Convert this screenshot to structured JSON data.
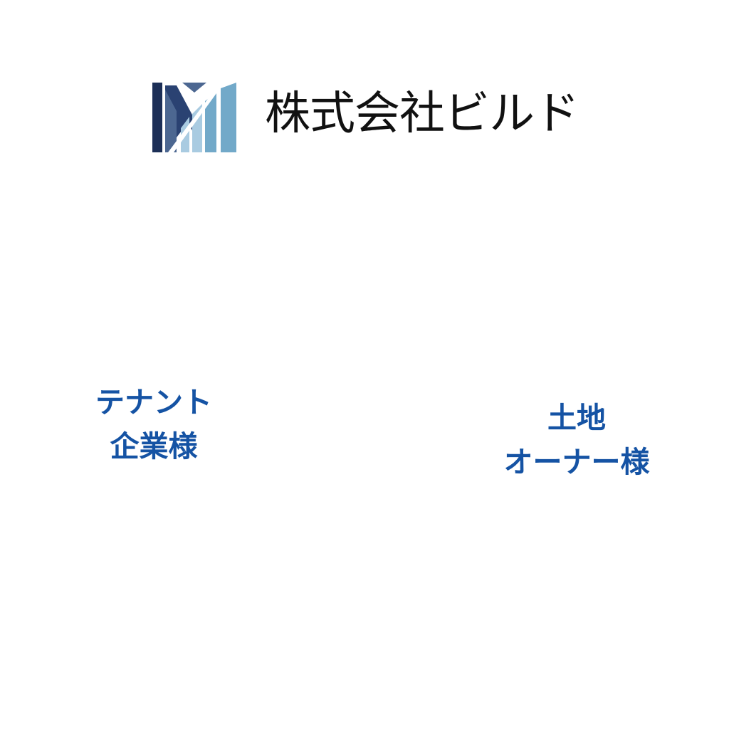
{
  "brand": {
    "company_name": "株式会社ビルド",
    "logo_icon": "building-bars-logo",
    "colors": {
      "name": "#111111",
      "logo_navy": "#1c2f57",
      "logo_mid": "#4c6791",
      "logo_light": "#a9cbe1",
      "logo_sky": "#72a9c9"
    }
  },
  "options": {
    "tenant": {
      "line1": "テナント",
      "line2": "企業様"
    },
    "owner": {
      "line1": "土地",
      "line2": "オーナー様"
    }
  },
  "theme": {
    "accent": "#1553a4",
    "background": "#ffffff"
  }
}
